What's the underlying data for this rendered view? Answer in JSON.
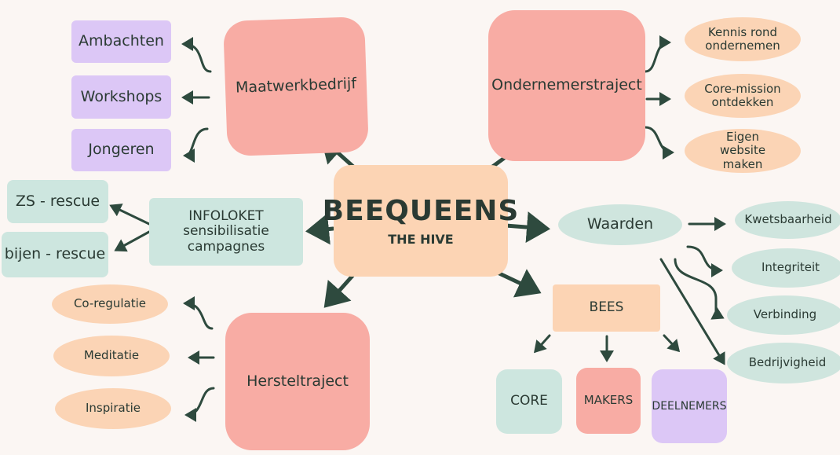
{
  "center": {
    "title": "BEEQUEENS",
    "subtitle": "THE HIVE"
  },
  "maatwerk": {
    "label": "Maatwerkbedrijf",
    "children": [
      "Ambachten",
      "Workshops",
      "Jongeren"
    ]
  },
  "ondernemers": {
    "label": "Ondernemerstraject",
    "children": [
      "Kennis rond ondernemen",
      "Core-mission ontdekken",
      "Eigen website maken"
    ]
  },
  "infoloket": {
    "label": "INFOLOKET sensibilisatie campagnes",
    "children": [
      "ZS - rescue",
      "bijen - rescue"
    ]
  },
  "waarden": {
    "label": "Waarden",
    "children": [
      "Kwetsbaarheid",
      "Integriteit",
      "Verbinding",
      "Bedrijvigheid"
    ]
  },
  "herstel": {
    "label": "Hersteltraject",
    "children": [
      "Co-regulatie",
      "Meditatie",
      "Inspiratie"
    ]
  },
  "bees": {
    "label": "BEES",
    "children": [
      "CORE",
      "MAKERS",
      "DEELNEMERS"
    ]
  },
  "colors": {
    "pink": "#f8aca4",
    "purple": "#dcc7f6",
    "teal": "#cde6df",
    "peach": "#fbd2b2",
    "arrow": "#2e4a3e",
    "background": "#fbf6f3"
  }
}
